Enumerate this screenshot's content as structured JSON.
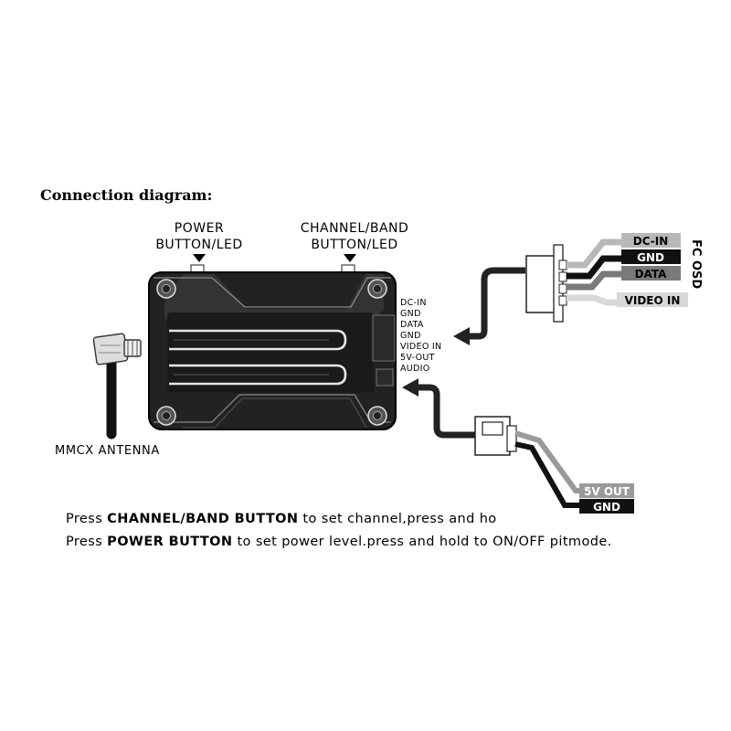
{
  "title": "Connection diagram:",
  "buttons": {
    "power": {
      "line1": "POWER",
      "line2": "BUTTON/LED"
    },
    "channel": {
      "line1": "CHANNEL/BAND",
      "line2": "BUTTON/LED"
    }
  },
  "pins": [
    "DC-IN",
    "GND",
    "DATA",
    "GND",
    "VIDEO IN",
    "5V-OUT",
    "AUDIO"
  ],
  "fc_osd": {
    "label": "FC OSD",
    "wires": [
      {
        "label": "DC-IN",
        "color": "#b8b8b8"
      },
      {
        "label": "GND",
        "color": "#111111"
      },
      {
        "label": "DATA",
        "color": "#7a7a7a"
      },
      {
        "label": "VIDEO IN",
        "color": "#d8d8d8"
      }
    ]
  },
  "power_out": {
    "wires": [
      {
        "label": "5V OUT",
        "color": "#9a9a9a"
      },
      {
        "label": "GND",
        "color": "#111111"
      }
    ]
  },
  "antenna_label": "MMCX ANTENNA",
  "notes": {
    "line1": {
      "pre": "Press ",
      "bold": "CHANNEL/BAND BUTTON",
      "post": " to set channel,press and ho"
    },
    "line2": {
      "pre": "Press ",
      "bold": "POWER BUTTON",
      "post": " to set power level.press and hold to ON/OFF pitmode."
    }
  }
}
